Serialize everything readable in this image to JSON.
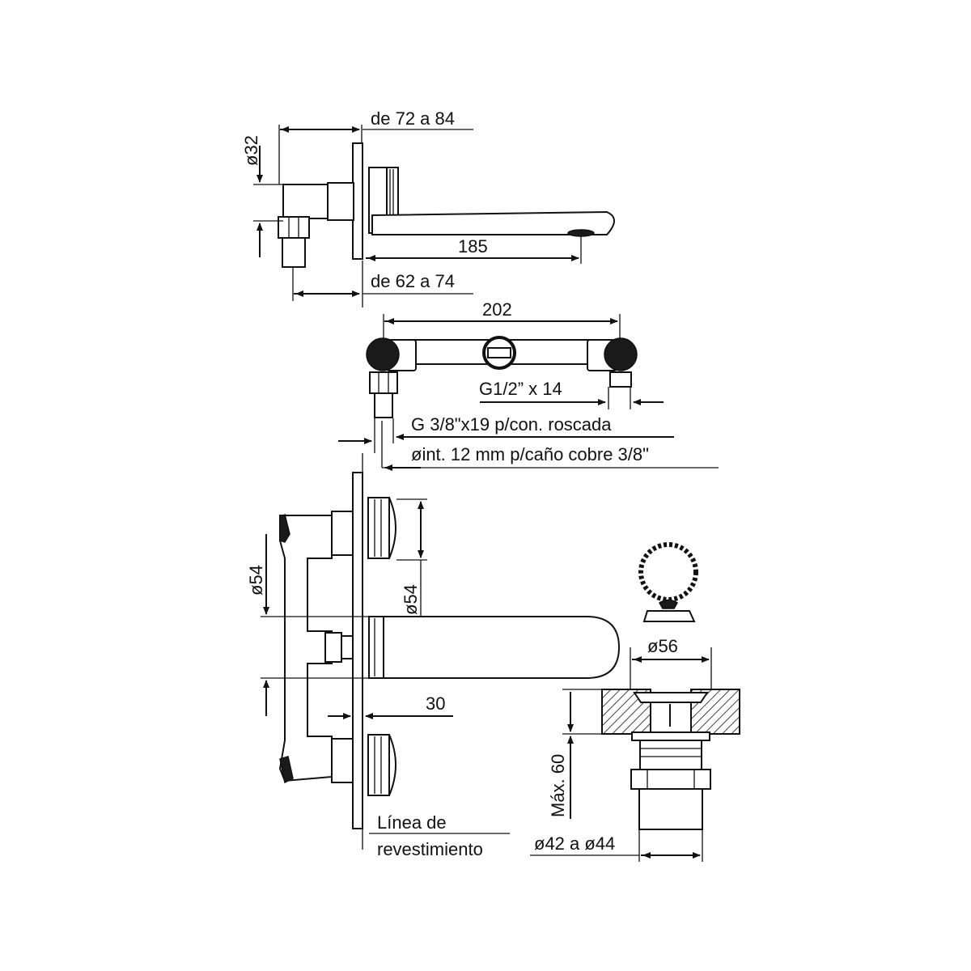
{
  "labels": {
    "top_width": "de 72 a 84",
    "top_diameter": "ø32",
    "spout_length": "185",
    "top_depth": "de 62 a 74",
    "valve_spacing": "202",
    "thread_half": "G1/2” x 14",
    "thread_three_eighths": "G 3/8\"x19 p/con. roscada",
    "copper_pipe": "øint. 12 mm p/caño cobre 3/8\"",
    "front_diameter_left": "ø54",
    "front_diameter_right": "ø54",
    "flange_offset": "30",
    "cladding_line_1": "Línea de",
    "cladding_line_2": "revestimiento",
    "drain_diameter": "ø56",
    "drain_max_depth": "Máx. 60",
    "drain_hole": "ø42 a ø44"
  }
}
